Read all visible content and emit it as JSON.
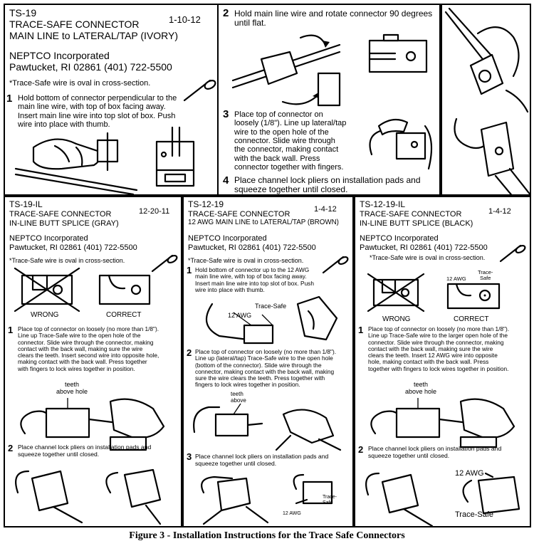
{
  "p1": {
    "model": "TS-19",
    "title1": "TRACE-SAFE CONNECTOR",
    "title2": "MAIN LINE to LATERAL/TAP (IVORY)",
    "date": "1-10-12",
    "company": "NEPTCO Incorporated",
    "address": "Pawtucket, RI 02861     (401) 722-5500",
    "note": "*Trace-Safe wire is oval in cross-section.",
    "step1_num": "1",
    "step1": "Hold bottom of connector perpendicular to the\nmain line wire, with top of box facing away.\nInsert main line wire into top slot of box. Push\nwire into place with thumb.",
    "step2_num": "2",
    "step2": "Hold main line wire and rotate connector 90 degrees\nuntil flat.",
    "step3_num": "3",
    "step3": "Place top of connector on\nloosely (1/8\"). Line up lateral/tap\nwire to the open hole of the\nconnector. Slide wire through\nthe connector, making contact\nwith the back wall. Press\nconnector together with fingers.",
    "step4_num": "4",
    "step4": "Place channel lock pliers on installation pads and\nsqueeze together until closed."
  },
  "p2": {
    "model": "TS-19-IL",
    "title1": "TRACE-SAFE CONNECTOR",
    "title2": "IN-LINE BUTT SPLICE (GRAY)",
    "date": "12-20-11",
    "company": "NEPTCO Incorporated",
    "address": "Pawtucket, RI 02861     (401) 722-5500",
    "note": "*Trace-Safe wire is oval in cross-section.",
    "wrong": "WRONG",
    "correct": "CORRECT",
    "step1_num": "1",
    "step1": "Place top of connector on loosely (no more than 1/8\").\nLine up Trace-Safe wire to the open hole of the\nconnector. Slide wire through the connector, making\ncontact with the back wall, making sure the wire\nclears the teeth. Insert second wire into opposite hole,\nmaking contact with the back wall. Press together\nwith fingers to lock wires together in position.",
    "teeth": "teeth\nabove hole",
    "step2_num": "2",
    "step2": "Place channel lock pliers on installation pads and\nsqueeze together until closed."
  },
  "p3": {
    "model": "TS-12-19",
    "title1": "TRACE-SAFE CONNECTOR",
    "title2": "12 AWG MAIN LINE to LATERAL/TAP (BROWN)",
    "date": "1-4-12",
    "company": "NEPTCO Incorporated",
    "address": "Pawtucket, RI 02861     (401) 722-5500",
    "note": "*Trace-Safe wire is oval in cross-section.",
    "step1_num": "1",
    "step1": "Hold bottom of connector up to the 12 AWG\nmain line wire, with top of box facing away.\nInsert main line wire into top slot of box. Push\nwire into place with thumb.",
    "label_awg": "12 AWG",
    "label_ts": "Trace-Safe",
    "step2_num": "2",
    "step2": "Place top of connector on loosely (no more than 1/8\").\nLine up (lateral/tap) Trace-Safe wire to the open hole\n(bottom of the connector). Slide wire through the\nconnector, making contact with the back wall, making\nsure the wire clears the teeth. Press together with\nfingers to lock wires together in position.",
    "teeth": "teeth\nabove",
    "step3_num": "3",
    "step3": "Place channel lock pliers on installation pads and\nsqueeze together until closed.",
    "label_awg2": "12 AWG",
    "label_ts2": "Trace-\nSafe"
  },
  "p4": {
    "model": "TS-12-19-IL",
    "title1": "TRACE-SAFE CONNECTOR",
    "title2": "IN-LINE BUTT SPLICE (BLACK)",
    "date": "1-4-12",
    "company": "NEPTCO Incorporated",
    "address": "Pawtucket, RI 02861     (401) 722-5500",
    "note": "*Trace-Safe wire is oval in cross-section.",
    "label_awg": "12 AWG",
    "label_ts": "Trace-\nSafe",
    "wrong": "WRONG",
    "correct": "CORRECT",
    "step1_num": "1",
    "step1": "Place top of connector on loosely (no more than 1/8\").\nLine up Trace-Safe wire to the larger open hole of the\nconnector. Slide wire through the connector, making\ncontact with the back wall, making sure the wire\nclears the teeth. Insert 12 AWG wire into opposite\nhole, making contact with the back wall. Press\ntogether with fingers to lock wires together in position.",
    "teeth": "teeth\nabove hole",
    "step2_num": "2",
    "step2": "Place channel lock pliers on installation pads and\nsqueeze together until closed.",
    "label_awg2": "12 AWG",
    "label_ts2": "Trace-Safe"
  },
  "caption": "Figure 3 - Installation Instructions for the Trace Safe Connectors"
}
